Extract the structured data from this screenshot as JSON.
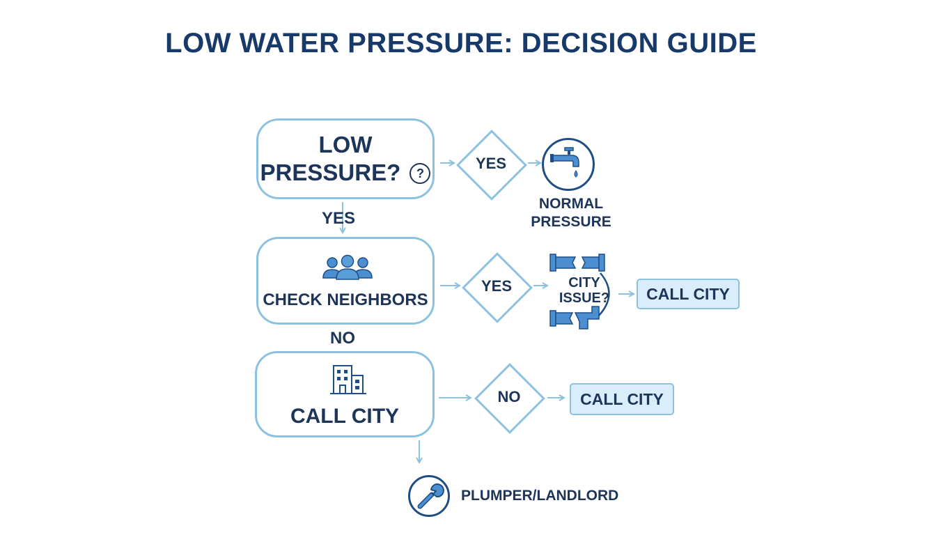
{
  "title": "LOW WATER PRESSURE: DECISION GUIDE",
  "nodes": {
    "low_pressure": {
      "line1": "LOW",
      "line2": "PRESSURE?",
      "help_glyph": "?"
    },
    "check_neighbors": {
      "label": "CHECK NEIGHBORS"
    },
    "call_city_box": {
      "label": "CALL CITY"
    },
    "diamond_top": {
      "label": "YES"
    },
    "diamond_mid": {
      "label": "YES"
    },
    "diamond_bottom": {
      "label": "NO"
    },
    "normal_pressure": {
      "line1": "NORMAL",
      "line2": "PRESSURE"
    },
    "city_issue": {
      "line1": "CITY",
      "line2": "ISSUE?"
    },
    "call_city_mid": {
      "label": "CALL CITY"
    },
    "call_city_bottom": {
      "label": "CALL CITY"
    },
    "plumber": {
      "label": "PLUMPER/LANDLORD"
    }
  },
  "edge_labels": {
    "yes_down": "YES",
    "no_down": "NO"
  },
  "icons": {
    "faucet": "faucet-icon",
    "people": "people-icon",
    "building": "building-icon",
    "pipes": "broken-pipe-icon",
    "wrench": "wrench-icon",
    "help": "question-icon"
  },
  "colors": {
    "navy_text": "#1d3559",
    "title": "#173a6b",
    "outline": "#8cc2e0",
    "pill_fill": "#d9eefa",
    "icon_blue": "#4b8fd0",
    "icon_navy": "#1f4e86"
  }
}
